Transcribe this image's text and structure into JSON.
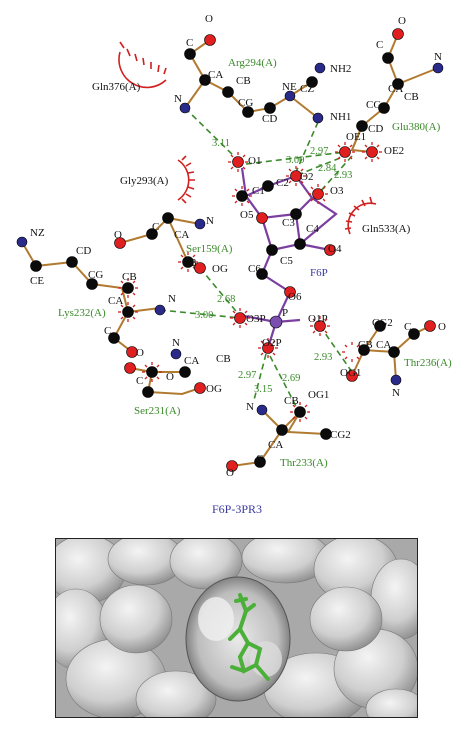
{
  "ligand": {
    "name": "F6P",
    "atoms": [
      "O1",
      "O2",
      "O3",
      "O4",
      "O5",
      "O6",
      "C1",
      "C2",
      "C3",
      "C4",
      "C5",
      "C6",
      "P",
      "O1P",
      "O2P",
      "O3P"
    ]
  },
  "residues": {
    "arg294": {
      "name": "Arg294(A)",
      "atoms": [
        "C",
        "O",
        "CA",
        "CB",
        "CG",
        "CD",
        "NE",
        "CZ",
        "NH1",
        "NH2",
        "N"
      ]
    },
    "glu380": {
      "name": "Glu380(A)",
      "atoms": [
        "O",
        "C",
        "N",
        "CA",
        "CB",
        "CG",
        "CD",
        "OE1",
        "OE2"
      ]
    },
    "ser159": {
      "name": "Ser159(A)",
      "atoms": [
        "C",
        "N",
        "O",
        "CA",
        "CB",
        "OG"
      ]
    },
    "lys232": {
      "name": "Lys232(A)",
      "atoms": [
        "NZ",
        "CE",
        "CD",
        "CG",
        "CB",
        "CA",
        "N",
        "C",
        "O"
      ]
    },
    "ser231": {
      "name": "Ser231(A)",
      "atoms": [
        "N",
        "CA",
        "CB",
        "OG",
        "C",
        "O"
      ]
    },
    "thr236": {
      "name": "Thr236(A)",
      "atoms": [
        "CG2",
        "CB",
        "CA",
        "C",
        "O",
        "OG1",
        "N"
      ]
    },
    "thr233": {
      "name": "Thr233(A)",
      "atoms": [
        "N",
        "CA",
        "CB",
        "OG1",
        "CG2",
        "C",
        "O"
      ]
    }
  },
  "hydrophobic": [
    "Gln376(A)",
    "Gly293(A)",
    "Gln533(A)"
  ],
  "hbonds": [
    "3.11",
    "3.00",
    "2.97",
    "2.84",
    "2.93",
    "2.68",
    "3.00",
    "2.93",
    "2.97",
    "3.15",
    "2.69"
  ],
  "caption": "F6P-3PR3",
  "colors": {
    "carbon": "#0b0b0b",
    "oxygen": "#e02020",
    "nitrogen": "#2a2a8a",
    "phosphorus": "#7b4fb0",
    "residue_bond": "#b07a30",
    "ligand_bond": "#7b3fa0",
    "hbond": "#3a8a2a",
    "hydrophobic_arc": "#d02020"
  }
}
